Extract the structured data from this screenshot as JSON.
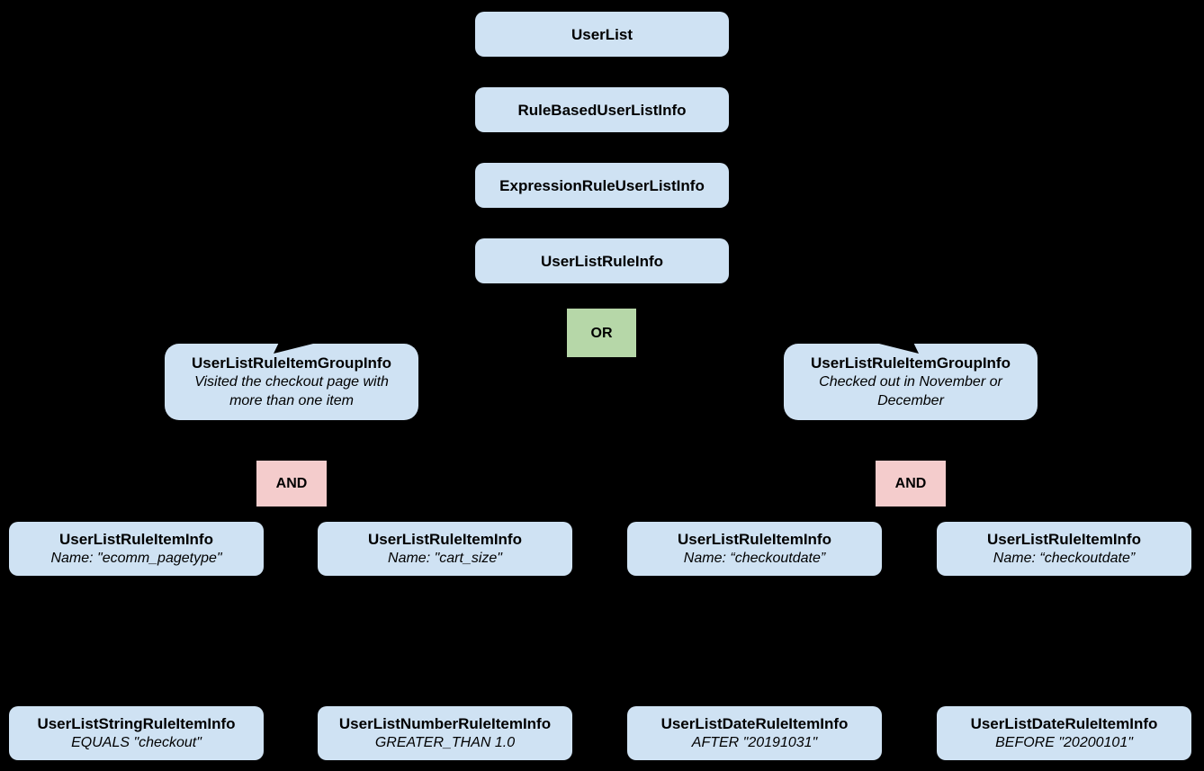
{
  "diagram": {
    "background": "#000000",
    "colors": {
      "background": "#000000",
      "class_box": "#cfe2f3",
      "or_box": "#b6d7a8",
      "and_box": "#f4cccc",
      "text": "#000000"
    },
    "nodes": [
      {
        "id": "userlist",
        "title": "UserList"
      },
      {
        "id": "rule-based-user-list",
        "title": "RuleBasedUserListInfo"
      },
      {
        "id": "expression-rule-user-list",
        "title": "ExpressionRuleUserListInfo"
      },
      {
        "id": "user-list-rule-info",
        "title": "UserListRuleInfo"
      },
      {
        "id": "or-operator",
        "title": "OR"
      },
      {
        "id": "rule-item-group-left",
        "title": "UserListRuleItemGroupInfo",
        "subtitle": "Visited the checkout page with more than one item"
      },
      {
        "id": "rule-item-group-right",
        "title": "UserListRuleItemGroupInfo",
        "subtitle": "Checked out in November or December"
      },
      {
        "id": "and-operator-left",
        "title": "AND"
      },
      {
        "id": "and-operator-right",
        "title": "AND"
      },
      {
        "id": "rule-item-1",
        "title": "UserListRuleItemInfo",
        "subtitle": "Name: \"ecomm_pagetype\""
      },
      {
        "id": "rule-item-2",
        "title": "UserListRuleItemInfo",
        "subtitle": "Name: \"cart_size\""
      },
      {
        "id": "rule-item-3",
        "title": "UserListRuleItemInfo",
        "subtitle": "Name: “checkoutdate”"
      },
      {
        "id": "rule-item-4",
        "title": "UserListRuleItemInfo",
        "subtitle": "Name: “checkoutdate”"
      },
      {
        "id": "string-rule-item",
        "title": "UserListStringRuleItemInfo",
        "subtitle": "EQUALS \"checkout\""
      },
      {
        "id": "number-rule-item",
        "title": "UserListNumberRuleItemInfo",
        "subtitle": "GREATER_THAN 1.0"
      },
      {
        "id": "date-rule-item-after",
        "title": "UserListDateRuleItemInfo",
        "subtitle": "AFTER \"20191031\""
      },
      {
        "id": "date-rule-item-before",
        "title": "UserListDateRuleItemInfo",
        "subtitle": "BEFORE \"20200101\""
      }
    ]
  }
}
